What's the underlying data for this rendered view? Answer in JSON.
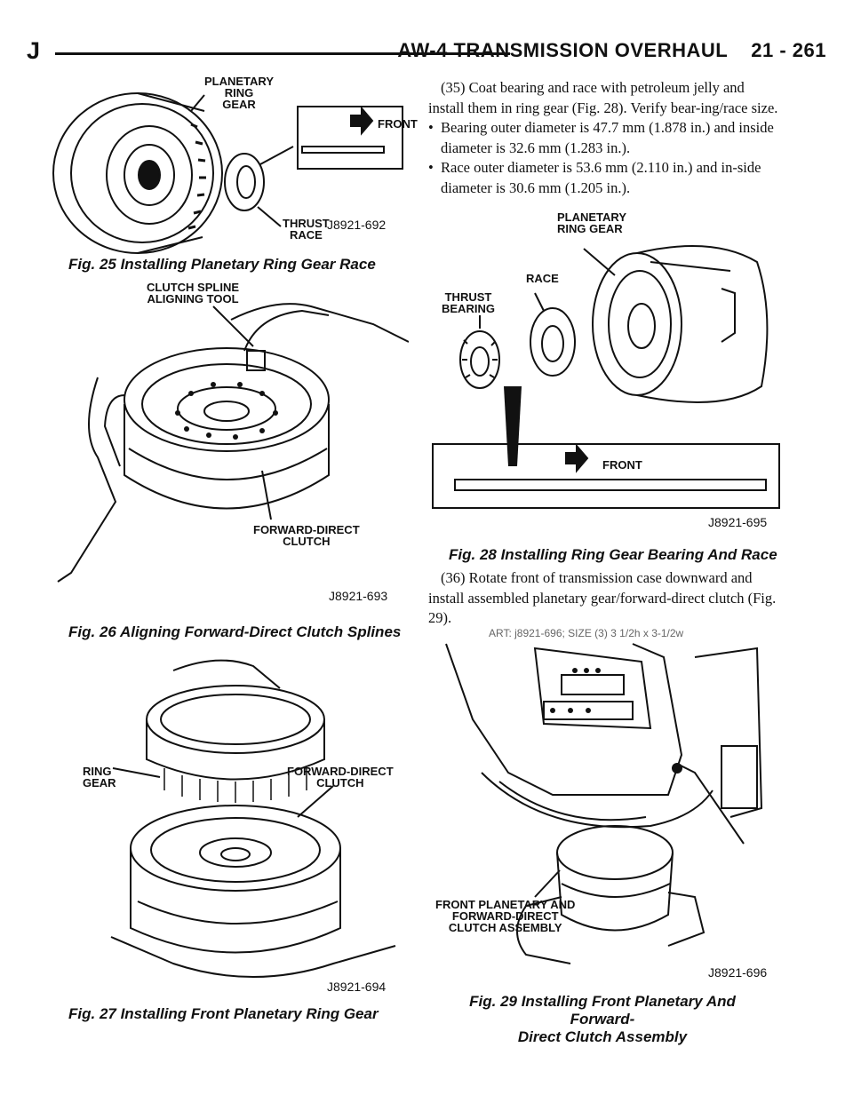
{
  "header": {
    "letter": "J",
    "title": "AW-4 TRANSMISSION OVERHAUL    21 - 261"
  },
  "fig25": {
    "labels": {
      "ring_gear": "PLANETARY\nRING\nGEAR",
      "front": "FRONT",
      "thrust_race": "THRUST\nRACE"
    },
    "code": "J8921-692",
    "caption": "Fig. 25 Installing Planetary Ring Gear Race"
  },
  "fig26": {
    "labels": {
      "tool": "CLUTCH SPLINE\nALIGNING TOOL",
      "clutch": "FORWARD-DIRECT\nCLUTCH"
    },
    "code": "J8921-693",
    "caption": "Fig. 26 Aligning Forward-Direct Clutch Splines"
  },
  "fig27": {
    "labels": {
      "ring_gear": "RING\nGEAR",
      "clutch": "FORWARD-DIRECT\nCLUTCH"
    },
    "code": "J8921-694",
    "caption": "Fig. 27 Installing Front Planetary Ring Gear"
  },
  "text": {
    "step35": "(35) Coat bearing and race with petroleum jelly and install them in ring gear (Fig. 28). Verify bear-ing/race size.",
    "bullet1": "Bearing outer diameter is 47.7 mm (1.878 in.) and inside diameter is 32.6 mm (1.283 in.).",
    "bullet2": "Race outer diameter is 53.6 mm (2.110 in.) and in-side diameter is 30.6 mm (1.205 in.).",
    "step36": "(36) Rotate front of transmission case downward and install assembled planetary gear/forward-direct clutch (Fig. 29)."
  },
  "fig28": {
    "labels": {
      "ring_gear": "PLANETARY\nRING GEAR",
      "race": "RACE",
      "bearing": "THRUST\nBEARING",
      "front": "FRONT"
    },
    "code": "J8921-695",
    "caption": "Fig. 28 Installing Ring Gear Bearing And Race"
  },
  "fig29": {
    "art_note": "ART: j8921-696; SIZE (3)   3 1/2h x 3-1/2w",
    "labels": {
      "assembly": "FRONT PLANETARY AND\nFORWARD-DIRECT\nCLUTCH ASSEMBLY"
    },
    "code": "J8921-696",
    "caption": "Fig. 29 Installing Front Planetary And Forward-\nDirect Clutch Assembly"
  }
}
